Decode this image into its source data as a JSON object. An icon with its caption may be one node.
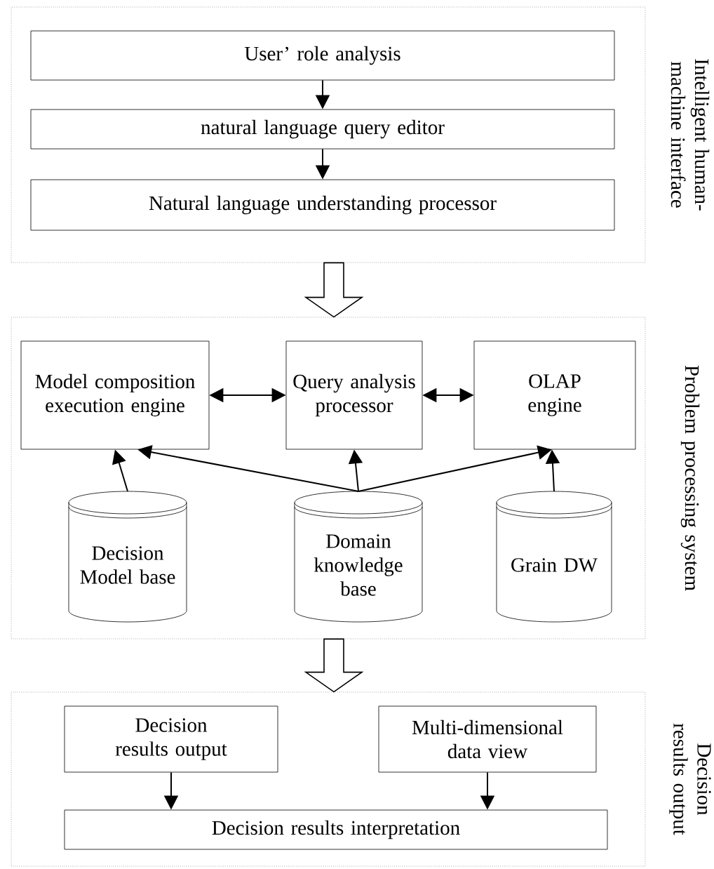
{
  "diagram": {
    "nodes": [
      {
        "text": [
          "Intelligent human-machine interface"
        ]
      },
      {
        "text": [
          "User’ role analysis"
        ],
        "in": 0
      },
      {
        "text": [
          "natural language query editor"
        ],
        "in": 0
      },
      {
        "text": [
          "Natural language understanding processor"
        ],
        "in": 0
      },
      {
        "text": [
          "Problem processing system"
        ]
      },
      {
        "text": [
          "Model composition execution engine"
        ],
        "in": 4
      },
      {
        "text": [
          "Query analysis processor"
        ],
        "in": 4
      },
      {
        "text": [
          "OLAP engine"
        ],
        "in": 4
      },
      {
        "text": [
          "Decision Model base"
        ],
        "in": 4
      },
      {
        "text": [
          "Domain knowledge base"
        ],
        "in": 4
      },
      {
        "text": [
          "Grain DW"
        ],
        "in": 4
      },
      {
        "text": [
          "Decision results output"
        ]
      },
      {
        "text": [
          "Decision results output"
        ],
        "in": 11
      },
      {
        "text": [
          "Multi-dimensional data view"
        ],
        "in": 11
      },
      {
        "text": [
          "Decision results interpretation"
        ],
        "in": 11
      }
    ],
    "edges": [
      {
        "from": 1,
        "to": 2,
        "arrow": "to"
      },
      {
        "from": 2,
        "to": 3,
        "arrow": "to"
      },
      {
        "from": 0,
        "to": 4,
        "arrow": "to",
        "style": "thick"
      },
      {
        "from": 5,
        "to": 6,
        "arrow": "both"
      },
      {
        "from": 6,
        "to": 7,
        "arrow": "both"
      },
      {
        "from": 8,
        "to": 5,
        "arrow": "to"
      },
      {
        "from": 9,
        "to": 5,
        "arrow": "to"
      },
      {
        "from": 9,
        "to": 6,
        "arrow": "to"
      },
      {
        "from": 9,
        "to": 7,
        "arrow": "to"
      },
      {
        "from": 10,
        "to": 7,
        "arrow": "to"
      },
      {
        "from": 4,
        "to": 11,
        "arrow": "to",
        "style": "thick"
      },
      {
        "from": 12,
        "to": 14,
        "arrow": "to"
      },
      {
        "from": 13,
        "to": 14,
        "arrow": "to"
      }
    ]
  }
}
